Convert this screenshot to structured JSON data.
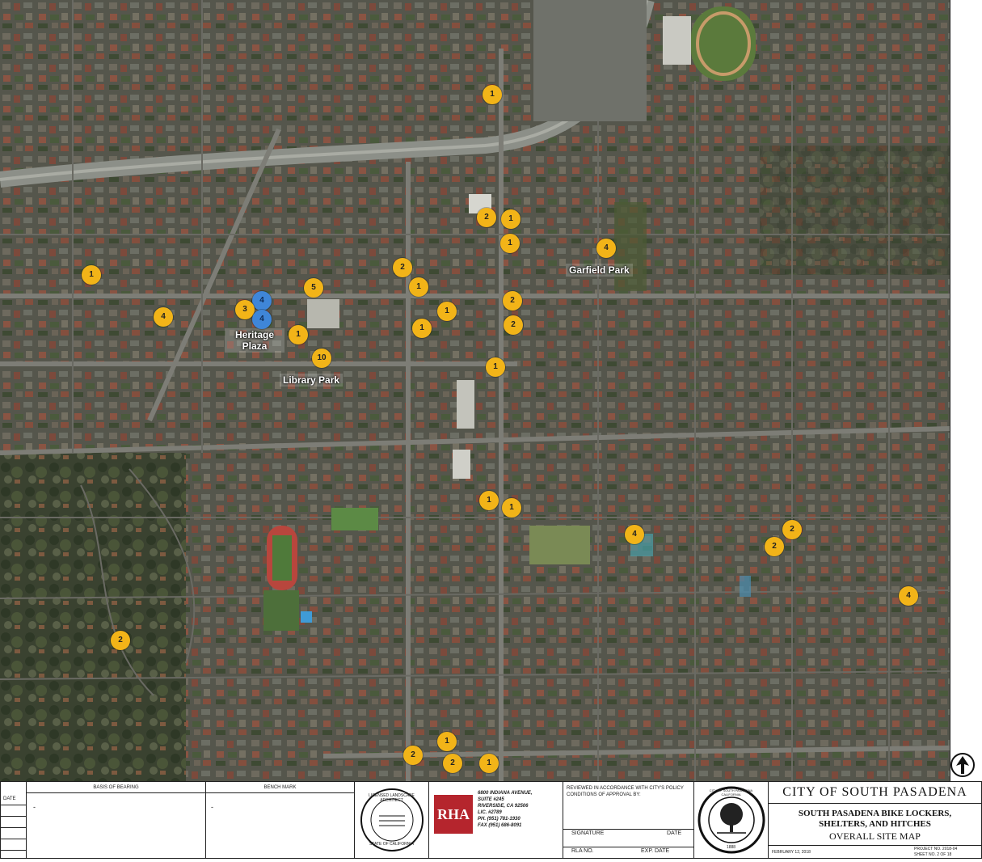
{
  "map": {
    "park_labels": {
      "garfield": "Garfield Park",
      "heritage": "Heritage Plaza",
      "library": "Library Park"
    },
    "markers": [
      {
        "count": "1",
        "kind": "yellow"
      },
      {
        "count": "2",
        "kind": "yellow"
      },
      {
        "count": "1",
        "kind": "yellow"
      },
      {
        "count": "1",
        "kind": "yellow"
      },
      {
        "count": "4",
        "kind": "yellow"
      },
      {
        "count": "1",
        "kind": "yellow"
      },
      {
        "count": "2",
        "kind": "yellow"
      },
      {
        "count": "1",
        "kind": "yellow"
      },
      {
        "count": "5",
        "kind": "yellow"
      },
      {
        "count": "4",
        "kind": "blue"
      },
      {
        "count": "3",
        "kind": "yellow"
      },
      {
        "count": "4",
        "kind": "blue"
      },
      {
        "count": "4",
        "kind": "yellow"
      },
      {
        "count": "1",
        "kind": "yellow"
      },
      {
        "count": "10",
        "kind": "yellow"
      },
      {
        "count": "1",
        "kind": "yellow"
      },
      {
        "count": "1",
        "kind": "yellow"
      },
      {
        "count": "2",
        "kind": "yellow"
      },
      {
        "count": "2",
        "kind": "yellow"
      },
      {
        "count": "1",
        "kind": "yellow"
      },
      {
        "count": "1",
        "kind": "yellow"
      },
      {
        "count": "1",
        "kind": "yellow"
      },
      {
        "count": "4",
        "kind": "yellow"
      },
      {
        "count": "2",
        "kind": "yellow"
      },
      {
        "count": "2",
        "kind": "yellow"
      },
      {
        "count": "4",
        "kind": "yellow"
      },
      {
        "count": "2",
        "kind": "yellow"
      },
      {
        "count": "1",
        "kind": "yellow"
      },
      {
        "count": "2",
        "kind": "yellow"
      },
      {
        "count": "2",
        "kind": "yellow"
      },
      {
        "count": "1",
        "kind": "yellow"
      }
    ]
  },
  "titleblock": {
    "basis_of_bearing": "BASIS OF BEARING",
    "bench_mark": "BENCH MARK",
    "date_label": "DATE",
    "dash": "-",
    "architect_seal_top": "LICENSED LANDSCAPE ARCHITECT",
    "architect_seal_bottom": "STATE OF CALIFORNIA",
    "firm_logo": "RHA",
    "firm_address_1": "6800 INDIANA AVENUE,",
    "firm_address_2": "SUITE #245",
    "firm_address_3": "RIVERSIDE, CA 92506",
    "firm_address_4": "LIC. #2789",
    "firm_phone": "PH. (951) 781-1930",
    "firm_fax": "FAX (951) 686-8091",
    "review_text": "REVIEWED IN ACCORDANCE WITH CITY'S POLICY CONDITIONS OF APPROVAL BY:",
    "signature_label": "SIGNATURE",
    "date_label_2": "DATE",
    "rla_label": "RLA NO.",
    "exp_label": "EXP. DATE",
    "city_seal_text": "CITY OF SOUTH PASADENA CALIFORNIA",
    "city_seal_year": "1888",
    "city_name": "CITY OF SOUTH PASADENA",
    "project_line_1": "SOUTH PASADENA BIKE LOCKERS,",
    "project_line_2": "SHELTERS, AND HITCHES",
    "sheet_title": "OVERALL SITE MAP",
    "plot_date": "FEBRUARY 12, 2018",
    "project_no": "PROJECT NO. 2018-04",
    "sheet_no": "SHEET NO. 2 OF 18"
  }
}
